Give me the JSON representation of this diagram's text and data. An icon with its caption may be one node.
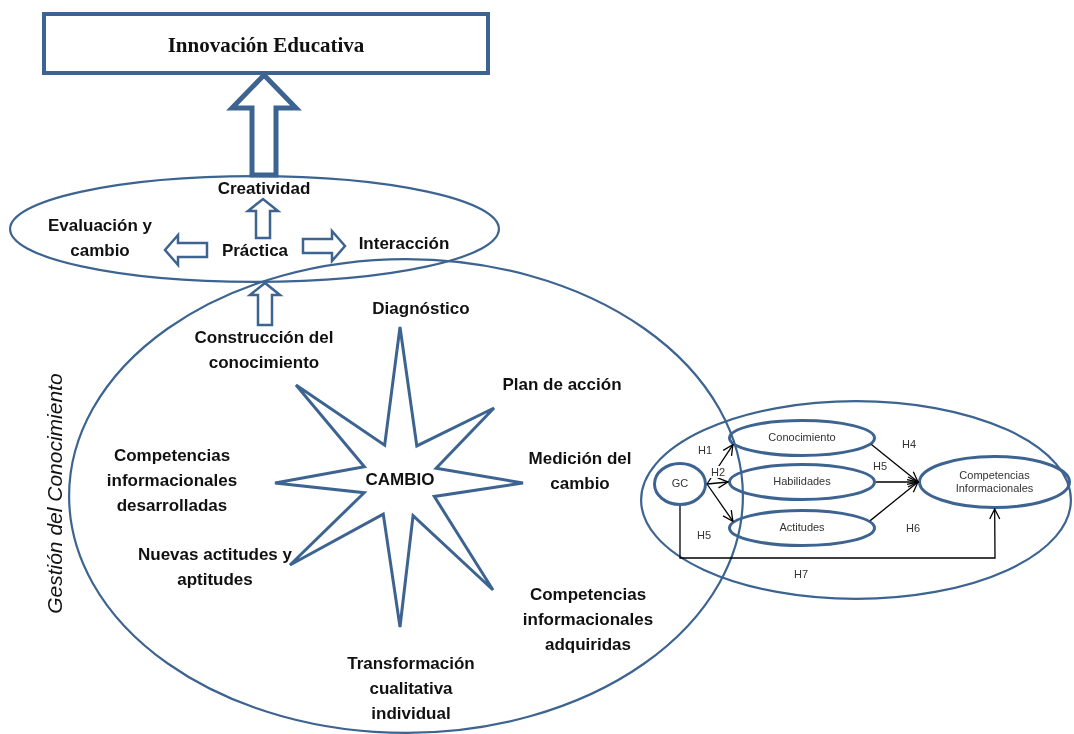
{
  "diagram": {
    "nodes": [
      {
        "text": [
          "Innovación Educativa"
        ]
      },
      {
        "text": [],
        "shape": "ellipse"
      },
      {
        "text": [
          "Creatividad"
        ],
        "in": 1
      },
      {
        "text": [
          "Evaluación y cambio"
        ],
        "in": 1
      },
      {
        "text": [
          "Práctica"
        ],
        "in": 1
      },
      {
        "text": [
          "Interacción"
        ],
        "in": 1
      },
      {
        "text": [
          "Gestión del Conocimiento"
        ]
      },
      {
        "text": [
          "Construcción del conocimiento"
        ],
        "in": 6
      },
      {
        "text": [
          "CAMBIO"
        ],
        "in": 6
      },
      {
        "text": [],
        "shape": "ellipse"
      },
      {
        "text": [
          "GC"
        ]
      },
      {
        "text": [
          "Conocimiento"
        ],
        "in": 9
      },
      {
        "text": [
          "Habilidades"
        ],
        "in": 9
      },
      {
        "text": [
          "Actitudes"
        ],
        "in": 9
      },
      {
        "text": [
          "Competencias Informacionales"
        ],
        "in": 9
      }
    ],
    "edges": [
      {
        "from": 1,
        "to": 0,
        "arrow": "to",
        "style": "thick",
        "color": "#3d6491"
      },
      {
        "from": 4,
        "to": 2,
        "arrow": "to",
        "style": "thick",
        "color": "#3d6491"
      },
      {
        "from": 4,
        "to": 3,
        "arrow": "to",
        "style": "thick",
        "color": "#3d6491"
      },
      {
        "from": 4,
        "to": 5,
        "arrow": "to",
        "style": "thick",
        "color": "#3d6491"
      },
      {
        "from": 7,
        "to": 1,
        "arrow": "to",
        "style": "thick",
        "color": "#3d6491"
      },
      {
        "from": 10,
        "to": 11,
        "arrow": "to",
        "label": "H1"
      },
      {
        "from": 10,
        "to": 12,
        "arrow": "to",
        "label": "H2"
      },
      {
        "from": 10,
        "to": 13,
        "arrow": "to",
        "label": "H5"
      },
      {
        "from": 11,
        "to": 14,
        "arrow": "to",
        "label": "H4"
      },
      {
        "from": 12,
        "to": 14,
        "arrow": "to",
        "label": "H5"
      },
      {
        "from": 13,
        "to": 14,
        "arrow": "to",
        "label": "H6"
      },
      {
        "from": 10,
        "to": 14,
        "arrow": "to",
        "label": "H7"
      }
    ],
    "labels": [
      "Diagnóstico",
      "Plan de acción",
      "Competencias informacionales desarrolladas",
      "Medición del cambio",
      "Nuevas actitudes y aptitudes",
      "Competencias informacionales adquiridas",
      "Transformación cualitativa individual"
    ]
  }
}
